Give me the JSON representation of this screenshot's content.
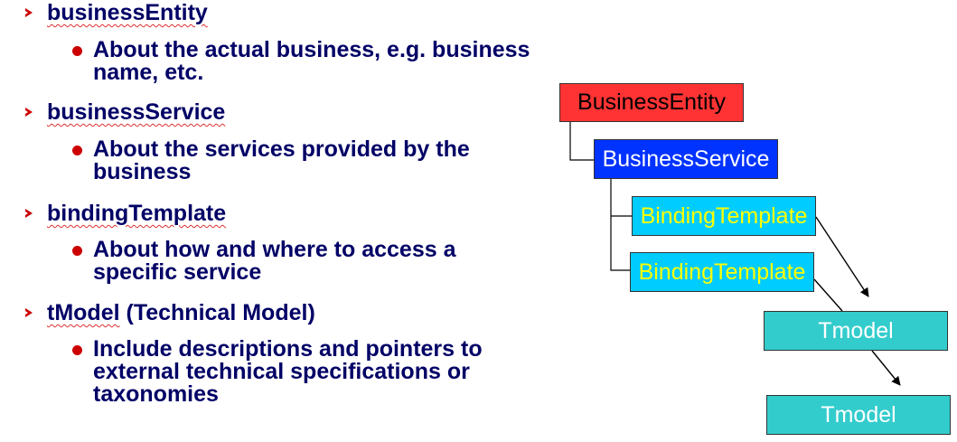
{
  "bullets": [
    {
      "term": "businessEntity",
      "suffix": "",
      "detail": "About the actual business, e.g. business name, etc."
    },
    {
      "term": "businessService",
      "suffix": "",
      "detail": "About the services provided by the business"
    },
    {
      "term": "bindingTemplate",
      "suffix": "",
      "detail": "About how and where to access a specific service"
    },
    {
      "term": "tModel",
      "suffix": " (Technical Model)",
      "detail": "Include descriptions and pointers to external technical specifications or taxonomies"
    }
  ],
  "diagram": {
    "business_entity": "BusinessEntity",
    "business_service": "BusinessService",
    "binding_template_1": "BindingTemplate",
    "binding_template_2": "BindingTemplate",
    "tmodel_1": "Tmodel",
    "tmodel_2": "Tmodel"
  },
  "colors": {
    "heading_text": "#000066",
    "bullet_red": "#cc0000",
    "entity_fill": "#ff3333",
    "service_fill": "#0033ff",
    "binding_fill": "#00ccff",
    "binding_text": "#ffff00",
    "tmodel_fill": "#33cccc"
  }
}
